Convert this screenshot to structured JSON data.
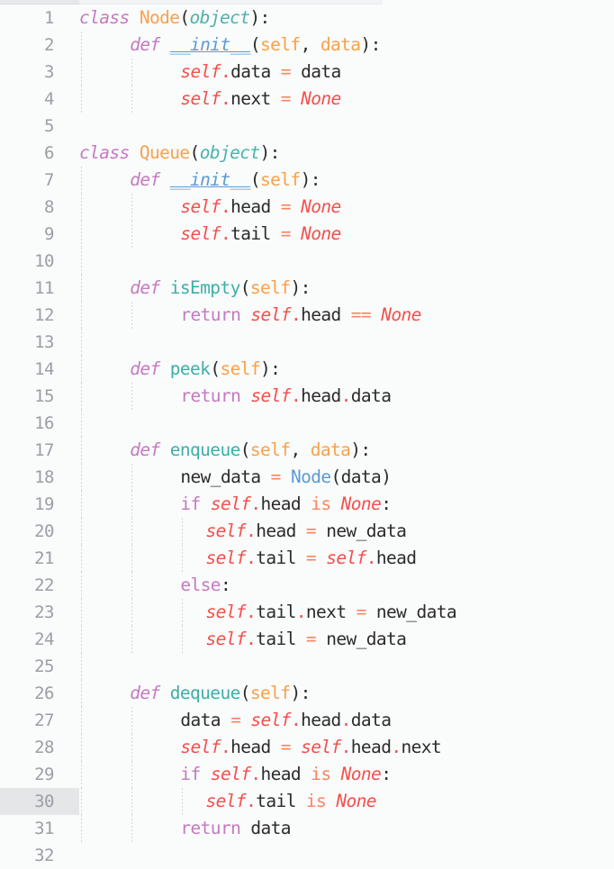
{
  "editor": {
    "language": "python",
    "active_line": 30,
    "total_lines": 32,
    "char_width": 14.05,
    "line_height": 30,
    "gutter_width": 88,
    "indent_width": 4,
    "colors": {
      "background": "#fafbfb",
      "active_line_gutter": "#e4e6e8",
      "line_number": "#9aa0a6",
      "indent_guide": "#d4d7d9",
      "scrollbar_track": "#f2f3f4",
      "scrollbar_thumb": "#e6e8ea",
      "keyword": "#c47ac0",
      "class_declaration": "#f9a14a",
      "class_reference": "#5b9bd5",
      "base_class": "#4cb3ab",
      "function_name": "#3dafa6",
      "magic_method": "#5b9bd5",
      "parameter": "#f9a14a",
      "self": "#f4504d",
      "none_literal": "#f4504d",
      "operator": "#fa8562",
      "default_text": "#2b2b2b"
    }
  },
  "scrollbar": {
    "orientation": "horizontal",
    "position": "top"
  },
  "lines": [
    {
      "n": "1",
      "indent": 0,
      "guides": 0,
      "tokens": [
        {
          "t": "class",
          "c": "t-kw"
        },
        {
          "t": " ",
          "c": "t-punc"
        },
        {
          "t": "Node",
          "c": "t-class"
        },
        {
          "t": "(",
          "c": "t-punc"
        },
        {
          "t": "object",
          "c": "t-base"
        },
        {
          "t": ")",
          "c": "t-punc"
        },
        {
          "t": ":",
          "c": "t-punc"
        }
      ]
    },
    {
      "n": "2",
      "indent": 4,
      "guides": 1,
      "tokens": [
        {
          "t": "def",
          "c": "t-kw"
        },
        {
          "t": " ",
          "c": "t-punc"
        },
        {
          "t": "__init__",
          "c": "t-magic"
        },
        {
          "t": "(",
          "c": "t-punc"
        },
        {
          "t": "self",
          "c": "t-param"
        },
        {
          "t": ", ",
          "c": "t-punc"
        },
        {
          "t": "data",
          "c": "t-param"
        },
        {
          "t": ")",
          "c": "t-punc"
        },
        {
          "t": ":",
          "c": "t-punc"
        }
      ]
    },
    {
      "n": "3",
      "indent": 8,
      "guides": 2,
      "tokens": [
        {
          "t": "self",
          "c": "t-self"
        },
        {
          "t": ".",
          "c": "t-dot"
        },
        {
          "t": "data",
          "c": "t-id"
        },
        {
          "t": " ",
          "c": "t-punc"
        },
        {
          "t": "=",
          "c": "t-op"
        },
        {
          "t": " ",
          "c": "t-punc"
        },
        {
          "t": "data",
          "c": "t-id"
        }
      ]
    },
    {
      "n": "4",
      "indent": 8,
      "guides": 2,
      "tokens": [
        {
          "t": "self",
          "c": "t-self"
        },
        {
          "t": ".",
          "c": "t-dot"
        },
        {
          "t": "next",
          "c": "t-id"
        },
        {
          "t": " ",
          "c": "t-punc"
        },
        {
          "t": "=",
          "c": "t-op"
        },
        {
          "t": " ",
          "c": "t-punc"
        },
        {
          "t": "None",
          "c": "t-none"
        }
      ]
    },
    {
      "n": "5",
      "indent": 0,
      "guides": 0,
      "tokens": []
    },
    {
      "n": "6",
      "indent": 0,
      "guides": 0,
      "tokens": [
        {
          "t": "class",
          "c": "t-kw"
        },
        {
          "t": " ",
          "c": "t-punc"
        },
        {
          "t": "Queue",
          "c": "t-class"
        },
        {
          "t": "(",
          "c": "t-punc"
        },
        {
          "t": "object",
          "c": "t-base"
        },
        {
          "t": ")",
          "c": "t-punc"
        },
        {
          "t": ":",
          "c": "t-punc"
        }
      ]
    },
    {
      "n": "7",
      "indent": 4,
      "guides": 1,
      "tokens": [
        {
          "t": "def",
          "c": "t-kw"
        },
        {
          "t": " ",
          "c": "t-punc"
        },
        {
          "t": "__init__",
          "c": "t-magic"
        },
        {
          "t": "(",
          "c": "t-punc"
        },
        {
          "t": "self",
          "c": "t-param"
        },
        {
          "t": ")",
          "c": "t-punc"
        },
        {
          "t": ":",
          "c": "t-punc"
        }
      ]
    },
    {
      "n": "8",
      "indent": 8,
      "guides": 2,
      "tokens": [
        {
          "t": "self",
          "c": "t-self"
        },
        {
          "t": ".",
          "c": "t-dot"
        },
        {
          "t": "head",
          "c": "t-id"
        },
        {
          "t": " ",
          "c": "t-punc"
        },
        {
          "t": "=",
          "c": "t-op"
        },
        {
          "t": " ",
          "c": "t-punc"
        },
        {
          "t": "None",
          "c": "t-none"
        }
      ]
    },
    {
      "n": "9",
      "indent": 8,
      "guides": 2,
      "tokens": [
        {
          "t": "self",
          "c": "t-self"
        },
        {
          "t": ".",
          "c": "t-dot"
        },
        {
          "t": "tail",
          "c": "t-id"
        },
        {
          "t": " ",
          "c": "t-punc"
        },
        {
          "t": "=",
          "c": "t-op"
        },
        {
          "t": " ",
          "c": "t-punc"
        },
        {
          "t": "None",
          "c": "t-none"
        }
      ]
    },
    {
      "n": "10",
      "indent": 0,
      "guides": 1,
      "tokens": []
    },
    {
      "n": "11",
      "indent": 4,
      "guides": 1,
      "tokens": [
        {
          "t": "def",
          "c": "t-kw"
        },
        {
          "t": " ",
          "c": "t-punc"
        },
        {
          "t": "isEmpty",
          "c": "t-fn"
        },
        {
          "t": "(",
          "c": "t-punc"
        },
        {
          "t": "self",
          "c": "t-param"
        },
        {
          "t": ")",
          "c": "t-punc"
        },
        {
          "t": ":",
          "c": "t-punc"
        }
      ]
    },
    {
      "n": "12",
      "indent": 8,
      "guides": 2,
      "tokens": [
        {
          "t": "return",
          "c": "t-kw2"
        },
        {
          "t": " ",
          "c": "t-punc"
        },
        {
          "t": "self",
          "c": "t-self"
        },
        {
          "t": ".",
          "c": "t-dot"
        },
        {
          "t": "head",
          "c": "t-id"
        },
        {
          "t": " ",
          "c": "t-punc"
        },
        {
          "t": "==",
          "c": "t-op"
        },
        {
          "t": " ",
          "c": "t-punc"
        },
        {
          "t": "None",
          "c": "t-none"
        }
      ]
    },
    {
      "n": "13",
      "indent": 0,
      "guides": 1,
      "tokens": []
    },
    {
      "n": "14",
      "indent": 4,
      "guides": 1,
      "tokens": [
        {
          "t": "def",
          "c": "t-kw"
        },
        {
          "t": " ",
          "c": "t-punc"
        },
        {
          "t": "peek",
          "c": "t-fn"
        },
        {
          "t": "(",
          "c": "t-punc"
        },
        {
          "t": "self",
          "c": "t-param"
        },
        {
          "t": ")",
          "c": "t-punc"
        },
        {
          "t": ":",
          "c": "t-punc"
        }
      ]
    },
    {
      "n": "15",
      "indent": 8,
      "guides": 2,
      "tokens": [
        {
          "t": "return",
          "c": "t-kw2"
        },
        {
          "t": " ",
          "c": "t-punc"
        },
        {
          "t": "self",
          "c": "t-self"
        },
        {
          "t": ".",
          "c": "t-dot"
        },
        {
          "t": "head",
          "c": "t-id"
        },
        {
          "t": ".",
          "c": "t-dot"
        },
        {
          "t": "data",
          "c": "t-id"
        }
      ]
    },
    {
      "n": "16",
      "indent": 0,
      "guides": 1,
      "tokens": []
    },
    {
      "n": "17",
      "indent": 4,
      "guides": 1,
      "tokens": [
        {
          "t": "def",
          "c": "t-kw"
        },
        {
          "t": " ",
          "c": "t-punc"
        },
        {
          "t": "enqueue",
          "c": "t-fn"
        },
        {
          "t": "(",
          "c": "t-punc"
        },
        {
          "t": "self",
          "c": "t-param"
        },
        {
          "t": ", ",
          "c": "t-punc"
        },
        {
          "t": "data",
          "c": "t-param"
        },
        {
          "t": ")",
          "c": "t-punc"
        },
        {
          "t": ":",
          "c": "t-punc"
        }
      ]
    },
    {
      "n": "18",
      "indent": 8,
      "guides": 2,
      "tokens": [
        {
          "t": "new_data",
          "c": "t-id"
        },
        {
          "t": " ",
          "c": "t-punc"
        },
        {
          "t": "=",
          "c": "t-op"
        },
        {
          "t": " ",
          "c": "t-punc"
        },
        {
          "t": "Node",
          "c": "t-classref"
        },
        {
          "t": "(",
          "c": "t-punc"
        },
        {
          "t": "data",
          "c": "t-id"
        },
        {
          "t": ")",
          "c": "t-punc"
        }
      ]
    },
    {
      "n": "19",
      "indent": 8,
      "guides": 2,
      "tokens": [
        {
          "t": "if",
          "c": "t-kw2"
        },
        {
          "t": " ",
          "c": "t-punc"
        },
        {
          "t": "self",
          "c": "t-self"
        },
        {
          "t": ".",
          "c": "t-dot"
        },
        {
          "t": "head",
          "c": "t-id"
        },
        {
          "t": " ",
          "c": "t-punc"
        },
        {
          "t": "is",
          "c": "t-op"
        },
        {
          "t": " ",
          "c": "t-punc"
        },
        {
          "t": "None",
          "c": "t-none"
        },
        {
          "t": ":",
          "c": "t-punc"
        }
      ]
    },
    {
      "n": "20",
      "indent": 10,
      "guides": 3,
      "tokens": [
        {
          "t": "self",
          "c": "t-self"
        },
        {
          "t": ".",
          "c": "t-dot"
        },
        {
          "t": "head",
          "c": "t-id"
        },
        {
          "t": " ",
          "c": "t-punc"
        },
        {
          "t": "=",
          "c": "t-op"
        },
        {
          "t": " ",
          "c": "t-punc"
        },
        {
          "t": "new_data",
          "c": "t-id"
        }
      ]
    },
    {
      "n": "21",
      "indent": 10,
      "guides": 3,
      "tokens": [
        {
          "t": "self",
          "c": "t-self"
        },
        {
          "t": ".",
          "c": "t-dot"
        },
        {
          "t": "tail",
          "c": "t-id"
        },
        {
          "t": " ",
          "c": "t-punc"
        },
        {
          "t": "=",
          "c": "t-op"
        },
        {
          "t": " ",
          "c": "t-punc"
        },
        {
          "t": "self",
          "c": "t-self"
        },
        {
          "t": ".",
          "c": "t-dot"
        },
        {
          "t": "head",
          "c": "t-id"
        }
      ]
    },
    {
      "n": "22",
      "indent": 8,
      "guides": 2,
      "tokens": [
        {
          "t": "else",
          "c": "t-kw2"
        },
        {
          "t": ":",
          "c": "t-punc"
        }
      ]
    },
    {
      "n": "23",
      "indent": 10,
      "guides": 3,
      "tokens": [
        {
          "t": "self",
          "c": "t-self"
        },
        {
          "t": ".",
          "c": "t-dot"
        },
        {
          "t": "tail",
          "c": "t-id"
        },
        {
          "t": ".",
          "c": "t-dot"
        },
        {
          "t": "next",
          "c": "t-id"
        },
        {
          "t": " ",
          "c": "t-punc"
        },
        {
          "t": "=",
          "c": "t-op"
        },
        {
          "t": " ",
          "c": "t-punc"
        },
        {
          "t": "new_data",
          "c": "t-id"
        }
      ]
    },
    {
      "n": "24",
      "indent": 10,
      "guides": 3,
      "tokens": [
        {
          "t": "self",
          "c": "t-self"
        },
        {
          "t": ".",
          "c": "t-dot"
        },
        {
          "t": "tail",
          "c": "t-id"
        },
        {
          "t": " ",
          "c": "t-punc"
        },
        {
          "t": "=",
          "c": "t-op"
        },
        {
          "t": " ",
          "c": "t-punc"
        },
        {
          "t": "new_data",
          "c": "t-id"
        }
      ]
    },
    {
      "n": "25",
      "indent": 0,
      "guides": 1,
      "tokens": []
    },
    {
      "n": "26",
      "indent": 4,
      "guides": 1,
      "tokens": [
        {
          "t": "def",
          "c": "t-kw"
        },
        {
          "t": " ",
          "c": "t-punc"
        },
        {
          "t": "dequeue",
          "c": "t-fn"
        },
        {
          "t": "(",
          "c": "t-punc"
        },
        {
          "t": "self",
          "c": "t-param"
        },
        {
          "t": ")",
          "c": "t-punc"
        },
        {
          "t": ":",
          "c": "t-punc"
        }
      ]
    },
    {
      "n": "27",
      "indent": 8,
      "guides": 2,
      "tokens": [
        {
          "t": "data",
          "c": "t-id"
        },
        {
          "t": " ",
          "c": "t-punc"
        },
        {
          "t": "=",
          "c": "t-op"
        },
        {
          "t": " ",
          "c": "t-punc"
        },
        {
          "t": "self",
          "c": "t-self"
        },
        {
          "t": ".",
          "c": "t-dot"
        },
        {
          "t": "head",
          "c": "t-id"
        },
        {
          "t": ".",
          "c": "t-dot"
        },
        {
          "t": "data",
          "c": "t-id"
        }
      ]
    },
    {
      "n": "28",
      "indent": 8,
      "guides": 2,
      "tokens": [
        {
          "t": "self",
          "c": "t-self"
        },
        {
          "t": ".",
          "c": "t-dot"
        },
        {
          "t": "head",
          "c": "t-id"
        },
        {
          "t": " ",
          "c": "t-punc"
        },
        {
          "t": "=",
          "c": "t-op"
        },
        {
          "t": " ",
          "c": "t-punc"
        },
        {
          "t": "self",
          "c": "t-self"
        },
        {
          "t": ".",
          "c": "t-dot"
        },
        {
          "t": "head",
          "c": "t-id"
        },
        {
          "t": ".",
          "c": "t-dot"
        },
        {
          "t": "next",
          "c": "t-id"
        }
      ]
    },
    {
      "n": "29",
      "indent": 8,
      "guides": 2,
      "tokens": [
        {
          "t": "if",
          "c": "t-kw2"
        },
        {
          "t": " ",
          "c": "t-punc"
        },
        {
          "t": "self",
          "c": "t-self"
        },
        {
          "t": ".",
          "c": "t-dot"
        },
        {
          "t": "head",
          "c": "t-id"
        },
        {
          "t": " ",
          "c": "t-punc"
        },
        {
          "t": "is",
          "c": "t-op"
        },
        {
          "t": " ",
          "c": "t-punc"
        },
        {
          "t": "None",
          "c": "t-none"
        },
        {
          "t": ":",
          "c": "t-punc"
        }
      ]
    },
    {
      "n": "30",
      "indent": 10,
      "guides": 3,
      "tokens": [
        {
          "t": "self",
          "c": "t-self"
        },
        {
          "t": ".",
          "c": "t-dot"
        },
        {
          "t": "tail",
          "c": "t-id"
        },
        {
          "t": " ",
          "c": "t-punc"
        },
        {
          "t": "is",
          "c": "t-op"
        },
        {
          "t": " ",
          "c": "t-punc"
        },
        {
          "t": "None",
          "c": "t-none"
        }
      ]
    },
    {
      "n": "31",
      "indent": 8,
      "guides": 2,
      "tokens": [
        {
          "t": "return",
          "c": "t-kw2"
        },
        {
          "t": " ",
          "c": "t-punc"
        },
        {
          "t": "data",
          "c": "t-id"
        }
      ]
    },
    {
      "n": "32",
      "indent": 0,
      "guides": 0,
      "tokens": []
    }
  ]
}
